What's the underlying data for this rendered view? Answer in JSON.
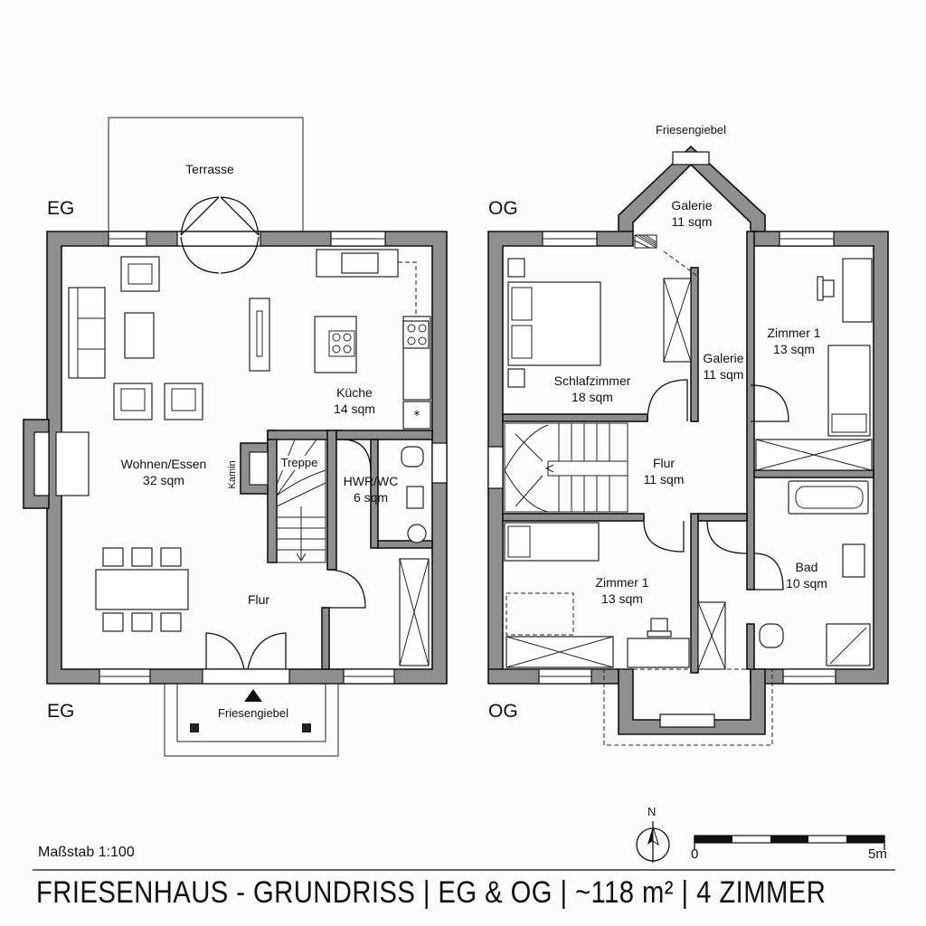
{
  "floors": {
    "eg_top": "EG",
    "eg_bottom": "EG",
    "og_top": "OG",
    "og_bottom": "OG"
  },
  "eg_rooms": {
    "terrasse": "Terrasse",
    "wohnen_name": "Wohnen/Essen",
    "wohnen_area": "32 sqm",
    "kueche_name": "Küche",
    "kueche_area": "14 sqm",
    "kamin": "Kamin",
    "treppe": "Treppe",
    "hwr_name": "HWR/WC",
    "hwr_area": "6 sqm",
    "flur": "Flur",
    "friesengiebel": "Friesengiebel"
  },
  "og_rooms": {
    "friesengiebel": "Friesengiebel",
    "galerie_top_name": "Galerie",
    "galerie_top_area": "11 sqm",
    "galerie_mid_name": "Galerie",
    "galerie_mid_area": "11 sqm",
    "zimmer_right_name": "Zimmer 1",
    "zimmer_right_area": "13 sqm",
    "schlaf_name": "Schlafzimmer",
    "schlaf_area": "18 sqm",
    "flur_name": "Flur",
    "flur_area": "11 sqm",
    "zimmer_left_name": "Zimmer 1",
    "zimmer_left_area": "13 sqm",
    "bad_name": "Bad",
    "bad_area": "10 sqm"
  },
  "legend": {
    "scale": "Maßstab 1:100",
    "north": "N",
    "bar_start": "0",
    "bar_end": "5m"
  },
  "title": "FRIESENHAUS - GRUNDRISS  |  EG & OG  |  ~118 m²  |  4 ZIMMER",
  "colors": {
    "wall_fill": "#8f8f8f",
    "wall_stroke": "#111111",
    "paper": "#fdfdfb"
  }
}
